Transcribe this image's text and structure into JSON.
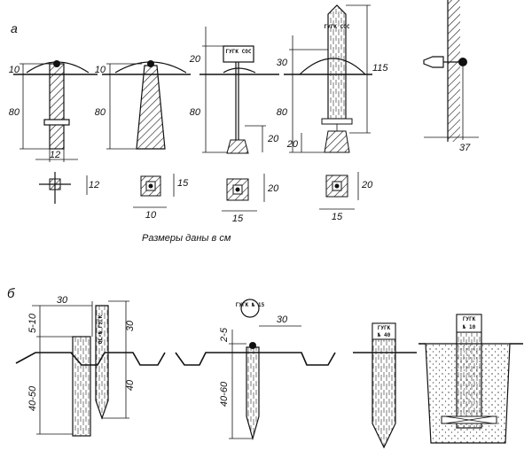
{
  "part_labels": {
    "a": "а",
    "b": "б"
  },
  "caption": "Размеры даны в см",
  "panel_a": {
    "post1": {
      "height": "80",
      "cap": "10",
      "width": "12",
      "section": "12"
    },
    "post2": {
      "height": "80",
      "cap": "10"
    },
    "post3": {
      "height": "80",
      "top": "20",
      "foot": "20",
      "sign": "ГУГК СОС",
      "base_w": "10",
      "base_h": "15"
    },
    "post4": {
      "height": "80",
      "cap": "30",
      "foot": "20",
      "total": "115",
      "sign": "ГУГК СОС",
      "base_w": "15",
      "base_h": "20"
    },
    "base5": {
      "w": "15",
      "h": "20"
    },
    "wall": {
      "offset": "37"
    }
  },
  "panel_b": {
    "stake1": {
      "depth": "40-50",
      "top": "5-10",
      "width": "30"
    },
    "stake2": {
      "label": "ОС-№ ГУГК",
      "h_top": "30",
      "h_body": "40"
    },
    "stake3": {
      "top": "2-5",
      "depth": "40-60",
      "width": "30",
      "disc": "ГУГК № 15"
    },
    "stake4": {
      "label1": "ГУГК",
      "label2": "№ 40"
    },
    "stake5": {
      "label1": "ГУГК",
      "label2": "№ 10"
    }
  }
}
